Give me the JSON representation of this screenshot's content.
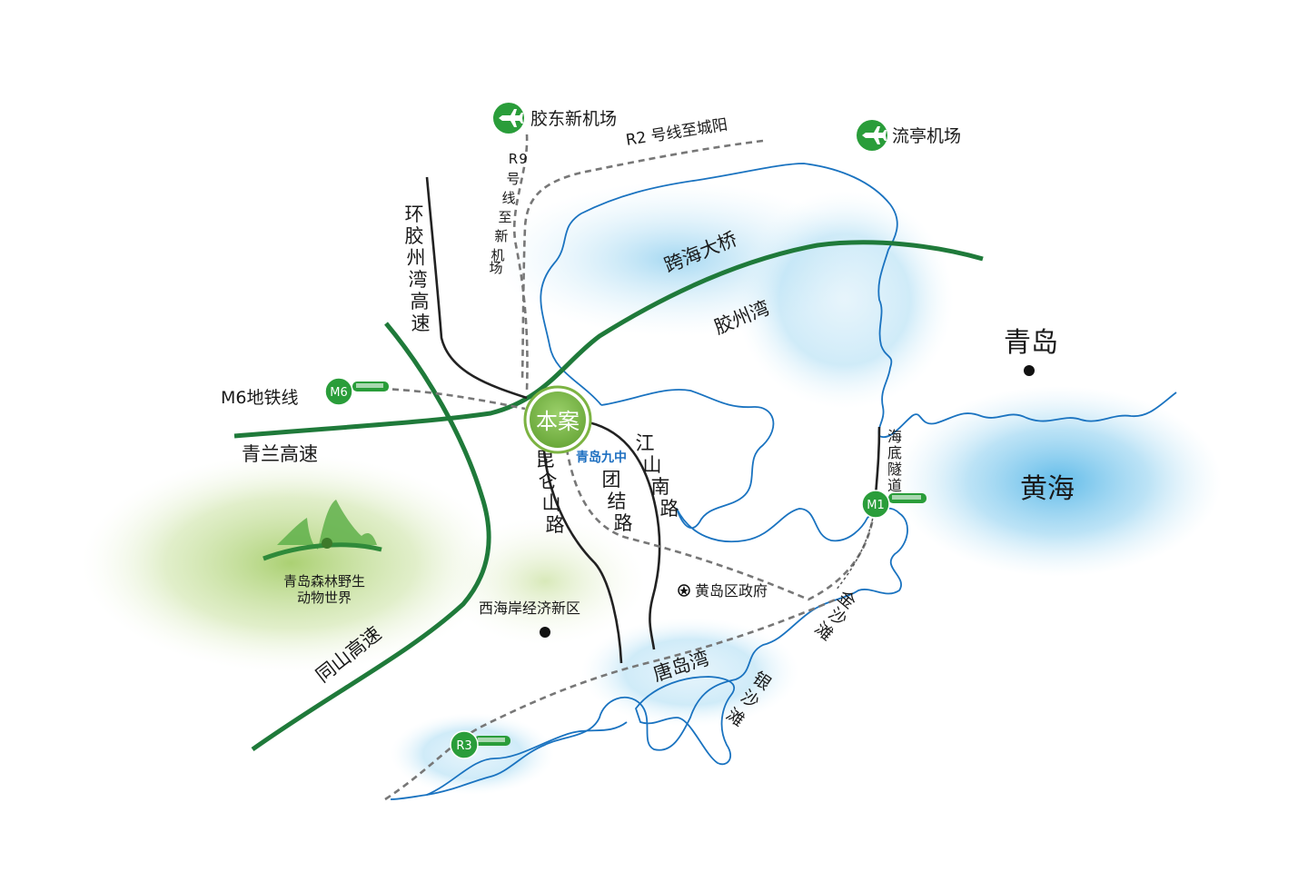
{
  "places": {
    "qingdao": "青岛",
    "huanghai": "黄海",
    "jiaozhou_bay": "胶州湾",
    "tangdao_bay": "唐岛湾",
    "west_coast": "西海岸经济新区",
    "huangdao_gov": "黄岛区政府",
    "school": "青岛九中",
    "project": "本案",
    "wildlife_park_line1": "青岛森林野生",
    "wildlife_park_line2": "动物世界"
  },
  "airports": {
    "jiaodong": "胶东新机场",
    "liuting": "流亭机场"
  },
  "roads": {
    "bridge": "跨海大桥",
    "qinglan": "青兰高速",
    "tongshan": "同山高速",
    "huanjiaozhouwan": [
      "环",
      "胶",
      "州",
      "湾",
      "高",
      "速"
    ],
    "kunlunshan": [
      "昆",
      "仑",
      "山",
      "路"
    ],
    "tuanjie": [
      "团",
      "结",
      "路"
    ],
    "jiangshannan": [
      "江",
      "山",
      "南",
      "路"
    ],
    "tunnel": [
      "海",
      "底",
      "隧",
      "道"
    ],
    "r2": "R2 号线至城阳",
    "r9": [
      "R",
      "9",
      "号",
      "线",
      "至",
      "新",
      "机",
      "场"
    ],
    "m6_line": "M6地铁线"
  },
  "beaches": {
    "jinsha": [
      "金",
      "沙",
      "滩"
    ],
    "yinsha": [
      "银",
      "沙",
      "滩"
    ]
  },
  "metro_badges": {
    "m6": "M6",
    "m1": "M1",
    "r3": "R3"
  },
  "colors": {
    "highway_green": "#1f7a3a",
    "metro_green": "#2a9d3a",
    "project_green": "#7cb342",
    "coast_blue": "#1a73c0",
    "sea_blue": "#6ec3ea",
    "land_green": "#a9cf6a"
  },
  "icons": [
    "plane-icon",
    "star-icon",
    "mountain-logo-icon",
    "train-icon"
  ]
}
